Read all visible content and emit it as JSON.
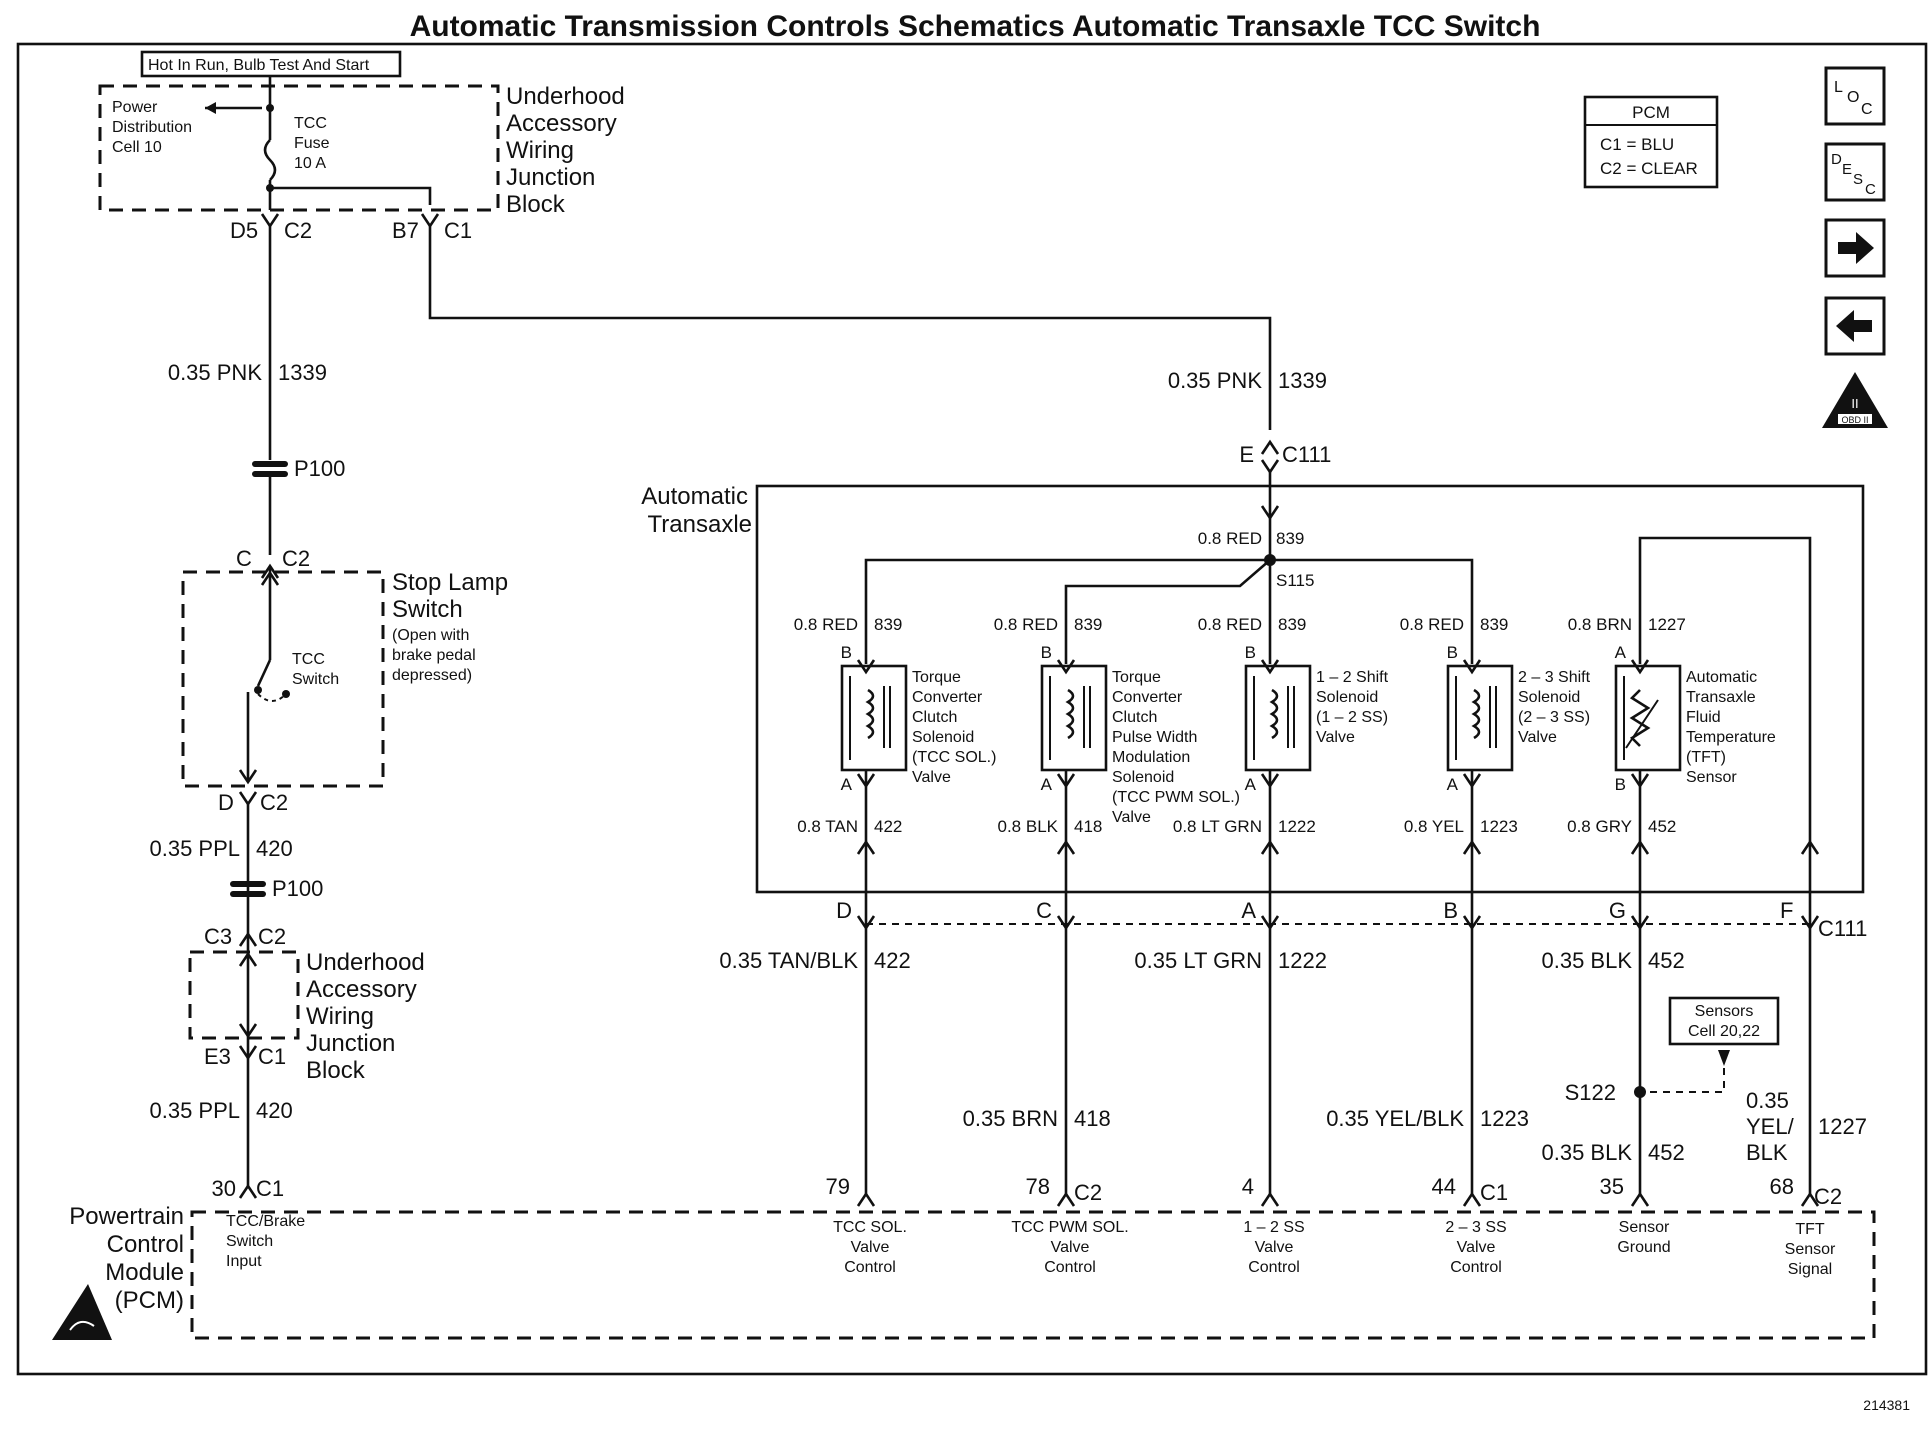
{
  "title": "Automatic Transmission Controls Schematics Automatic Transaxle TCC Switch",
  "diagram_id": "214381",
  "nav": {
    "loc": "LOC",
    "desc": "DESC",
    "obd": "OBD II"
  },
  "pcm_legend": {
    "title": "PCM",
    "line1": "C1 = BLU",
    "line2": "C2 = CLEAR"
  },
  "hot_label": "Hot In Run, Bulb Test And Start",
  "upper_junction": {
    "power": [
      "Power",
      "Distribution",
      "Cell 10"
    ],
    "fuse": [
      "TCC",
      "Fuse",
      "10 A"
    ],
    "name": [
      "Underhood",
      "Accessory",
      "Wiring",
      "Junction",
      "Block"
    ],
    "conn_d5": "D5",
    "conn_c2": "C2",
    "conn_b7": "B7",
    "conn_c1": "C1"
  },
  "left_column": {
    "wire1_gauge": "0.35 PNK",
    "wire1_circuit": "1339",
    "p100_a": "P100",
    "stop_conn_c": "C",
    "stop_conn_c2": "C2",
    "stop_lamp": [
      "Stop Lamp",
      "Switch"
    ],
    "stop_note": [
      "(Open with",
      "brake pedal",
      "depressed)"
    ],
    "tcc_switch": [
      "TCC",
      "Switch"
    ],
    "stop_conn_d": "D",
    "stop_conn_d2": "C2",
    "wire2_gauge": "0.35 PPL",
    "wire2_circuit": "420",
    "p100_b": "P100",
    "lower_conn_c3": "C3",
    "lower_conn_c2": "C2",
    "lower_junction": [
      "Underhood",
      "Accessory",
      "Wiring",
      "Junction",
      "Block"
    ],
    "lower_conn_e3": "E3",
    "lower_conn_c1": "C1",
    "wire3_gauge": "0.35 PPL",
    "wire3_circuit": "420"
  },
  "right_feed": {
    "gauge": "0.35 PNK",
    "circuit": "1339",
    "conn_e": "E",
    "conn_c111": "C111"
  },
  "transaxle": {
    "name": [
      "Automatic",
      "Transaxle"
    ],
    "feed_gauge": "0.8 RED",
    "feed_circuit": "839",
    "splice": "S115",
    "components": [
      {
        "top_gauge": "0.8 RED",
        "top_circuit": "839",
        "pin_top": "B",
        "pin_bot": "A",
        "name": [
          "Torque",
          "Converter",
          "Clutch",
          "Solenoid",
          "(TCC SOL.)",
          "Valve"
        ],
        "bot_gauge": "0.8 TAN",
        "bot_circuit": "422",
        "conn_letter": "D",
        "ext_gauge": "0.35 TAN/BLK",
        "ext_circuit": "422",
        "pcm_pin": "79",
        "pcm_func": [
          "TCC SOL.",
          "Valve",
          "Control"
        ]
      },
      {
        "top_gauge": "0.8 RED",
        "top_circuit": "839",
        "pin_top": "B",
        "pin_bot": "A",
        "name": [
          "Torque",
          "Converter",
          "Clutch",
          "Pulse Width",
          "Modulation",
          "Solenoid",
          "(TCC PWM SOL.)",
          "Valve"
        ],
        "bot_gauge": "0.8 BLK",
        "bot_circuit": "418",
        "conn_letter": "C",
        "ext_gauge": "0.35 BRN",
        "ext_circuit": "418",
        "pcm_pin": "78",
        "pcm_func": [
          "TCC PWM SOL.",
          "Valve",
          "Control"
        ]
      },
      {
        "top_gauge": "0.8 RED",
        "top_circuit": "839",
        "pin_top": "B",
        "pin_bot": "A",
        "name": [
          "1 – 2 Shift",
          "Solenoid",
          "(1 – 2 SS)",
          "Valve"
        ],
        "bot_gauge": "0.8 LT GRN",
        "bot_circuit": "1222",
        "conn_letter": "A",
        "ext_gauge": "0.35 LT GRN",
        "ext_circuit": "1222",
        "pcm_pin": "4",
        "pcm_func": [
          "1 – 2 SS",
          "Valve",
          "Control"
        ]
      },
      {
        "top_gauge": "0.8 RED",
        "top_circuit": "839",
        "pin_top": "B",
        "pin_bot": "A",
        "name": [
          "2 – 3 Shift",
          "Solenoid",
          "(2 – 3 SS)",
          "Valve"
        ],
        "bot_gauge": "0.8 YEL",
        "bot_circuit": "1223",
        "conn_letter": "B",
        "ext_gauge": "0.35 YEL/BLK",
        "ext_circuit": "1223",
        "pcm_pin": "44",
        "pcm_func": [
          "2 – 3 SS",
          "Valve",
          "Control"
        ]
      },
      {
        "top_gauge": "0.8 BRN",
        "top_circuit": "1227",
        "pin_top": "A",
        "pin_bot": "B",
        "name": [
          "Automatic",
          "Transaxle",
          "Fluid",
          "Temperature",
          "(TFT)",
          "Sensor"
        ],
        "bot_gauge": "0.8 GRY",
        "bot_circuit": "452",
        "conn_letter": "G",
        "ext_gauge": "0.35 BLK",
        "ext_circuit": "452",
        "pcm_pin": "35",
        "pcm_func": [
          "Sensor",
          "Ground"
        ]
      }
    ],
    "tft_conn_letter": "F",
    "c111": "C111",
    "sensors_ref": [
      "Sensors",
      "Cell 20,22"
    ],
    "splice_s122": "S122",
    "gnd_gauge2": "0.35 BLK",
    "gnd_circuit2": "452",
    "tft_gauge": [
      "0.35",
      "YEL/",
      "BLK"
    ],
    "tft_circuit": "1227",
    "tft_pcm_pin": "68",
    "tft_func": [
      "TFT",
      "Sensor",
      "Signal"
    ]
  },
  "pcm": {
    "name": [
      "Powertrain",
      "Control",
      "Module",
      "(PCM)"
    ],
    "left_pin": "30",
    "left_conn": "C1",
    "left_func": [
      "TCC/Brake",
      "Switch",
      "Input"
    ],
    "conn_c2_a": "C2",
    "conn_c1": "C1",
    "conn_c2_b": "C2"
  }
}
